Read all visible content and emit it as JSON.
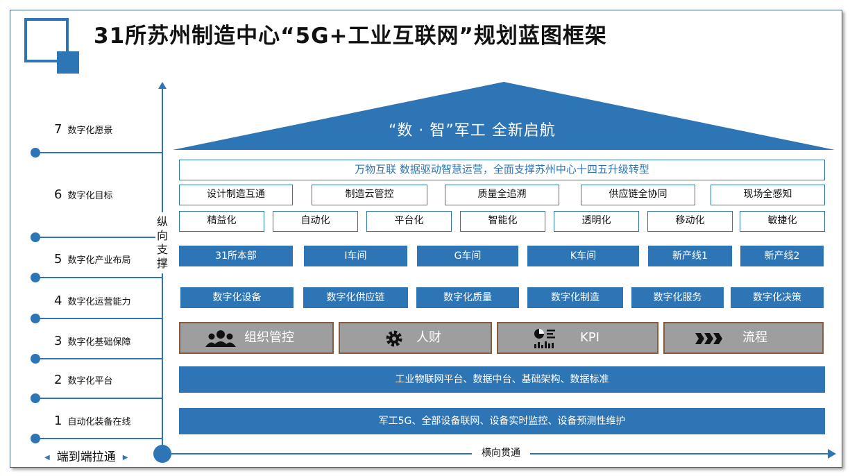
{
  "title": "31所苏州制造中心“5G+工业互联网”规划蓝图框架",
  "roof": {
    "text": "“数 · 智”军工    全新启航"
  },
  "mission": "万物互联 数据驱动智慧运营，全面支撑苏州中心十四五升级转型",
  "levels": [
    {
      "num": "7",
      "label": "数字化愿景"
    },
    {
      "num": "6",
      "label": "数字化目标"
    },
    {
      "num": "5",
      "label": "数字化产业布局"
    },
    {
      "num": "4",
      "label": "数字化运营能力"
    },
    {
      "num": "3",
      "label": "数字化基础保障"
    },
    {
      "num": "2",
      "label": "数字化平台"
    },
    {
      "num": "1",
      "label": "自动化装备在线"
    }
  ],
  "goals_row1": [
    "设计制造互通",
    "制造云管控",
    "质量全追溯",
    "供应链全协同",
    "现场全感知"
  ],
  "goals_row2": [
    "精益化",
    "自动化",
    "平台化",
    "智能化",
    "透明化",
    "移动化",
    "敏捷化"
  ],
  "industry": [
    "31所本部",
    "I车间",
    "G车间",
    "K车间",
    "新产线1",
    "新产线2"
  ],
  "capabilities": [
    "数字化设备",
    "数字化供应链",
    "数字化质量",
    "数字化制造",
    "数字化服务",
    "数字化决策"
  ],
  "foundation": [
    {
      "label": "组织管控",
      "icon": "people-icon"
    },
    {
      "label": "人财",
      "icon": "gear-icon"
    },
    {
      "label": "KPI",
      "icon": "kpi-chart-icon"
    },
    {
      "label": "流程",
      "icon": "chevrons-icon"
    }
  ],
  "platform": "工业物联网平台、数据中台、基础架构、数据标准",
  "equipment": "军工5G、全部设备联网、设备实时监控、设备预测性维护",
  "vertical_axis_label": "纵向支撑",
  "horizontal_axis_label": "横向贯通",
  "end_to_end_label": "端到端拉通",
  "colors": {
    "primary": "#2e75b6",
    "gray": "#9e9e9e",
    "border_brown": "#8b5a3c"
  }
}
